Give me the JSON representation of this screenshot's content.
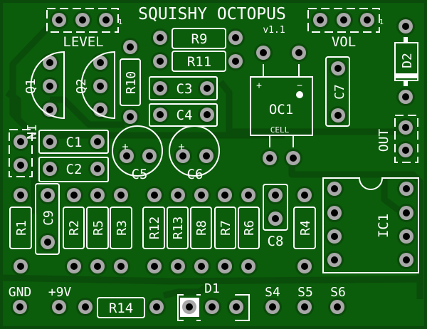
{
  "board": {
    "title": "SQUISHY OCTOPUS",
    "version": "v1.1",
    "board_color": "#0b5c0b",
    "silk_color": "#ffffff"
  },
  "labels": {
    "level": "LEVEL",
    "vol": "VOL",
    "in": "IN",
    "out": "OUT",
    "pin1": "1",
    "q1": "Q1",
    "q2": "Q2",
    "r10": "R10",
    "r9": "R9",
    "r11": "R11",
    "c3": "C3",
    "c4": "C4",
    "oc1": "OC1",
    "cell": "CELL",
    "plus": "+",
    "minus": "−",
    "c7": "C7",
    "d2": "D2",
    "c1": "C1",
    "c2": "C2",
    "c5": "C5",
    "c6": "C6",
    "r1": "R1",
    "c9": "C9",
    "r2": "R2",
    "r5": "R5",
    "r3": "R3",
    "r12": "R12",
    "r13": "R13",
    "r8": "R8",
    "r7": "R7",
    "r6": "R6",
    "c8": "C8",
    "r4": "R4",
    "ic1": "IC1",
    "gnd": "GND",
    "v9": "+9V",
    "r14": "R14",
    "d1": "D1",
    "s4": "S4",
    "s5": "S5",
    "s6": "S6"
  }
}
